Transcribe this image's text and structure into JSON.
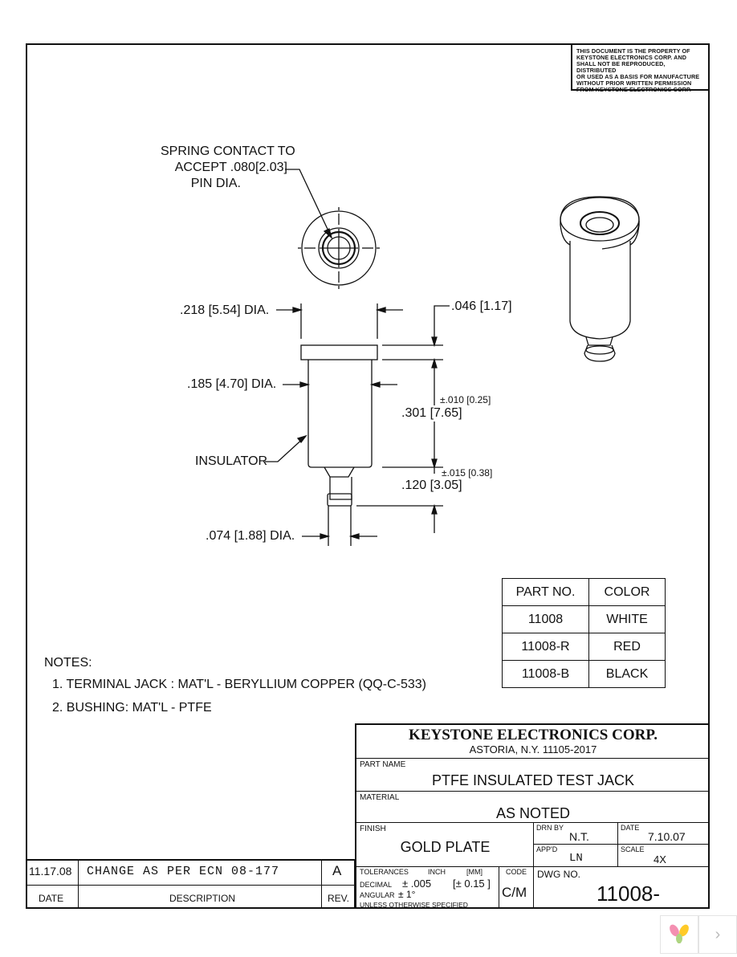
{
  "proprietary_notice": [
    "THIS DOCUMENT IS THE PROPERTY OF",
    "KEYSTONE ELECTRONICS CORP. AND",
    "SHALL NOT BE REPRODUCED, DISTRIBUTED",
    "OR USED AS A BASIS FOR MANUFACTURE",
    "WITHOUT PRIOR WRITTEN PERMISSION",
    "FROM KEYSTONE ELECTRONICS CORP."
  ],
  "callouts": {
    "spring_contact": [
      "SPRING CONTACT TO",
      "ACCEPT .080[2.03]",
      "PIN DIA."
    ],
    "dia_218": ".218 [5.54] DIA.",
    "dim_046": ".046 [1.17]",
    "dia_185": ".185 [4.70] DIA.",
    "tol_010": "±.010 [0.25]",
    "dim_301": ".301 [7.65]",
    "insulator": "INSULATOR",
    "tol_015": "±.015 [0.38]",
    "dim_120": ".120 [3.05]",
    "dia_074": ".074 [1.88] DIA."
  },
  "parts_table": {
    "headers": [
      "PART NO.",
      "COLOR"
    ],
    "rows": [
      [
        "11008",
        "WHITE"
      ],
      [
        "11008-R",
        "RED"
      ],
      [
        "11008-B",
        "BLACK"
      ]
    ]
  },
  "notes": {
    "title": "NOTES:",
    "items": [
      "1. TERMINAL JACK : MAT'L - BERYLLIUM COPPER (QQ-C-533)",
      "2. BUSHING: MAT'L - PTFE"
    ]
  },
  "title_block": {
    "company": "KEYSTONE ELECTRONICS CORP.",
    "address": "ASTORIA, N.Y. 11105-2017",
    "part_name_label": "PART NAME",
    "part_name": "PTFE INSULATED TEST JACK",
    "material_label": "MATERIAL",
    "material": "AS NOTED",
    "finish_label": "FINISH",
    "finish": "GOLD PLATE",
    "drn_by_label": "DRN BY",
    "drn_by": "N.T.",
    "date_label": "DATE",
    "date": "7.10.07",
    "appd_label": "APP'D",
    "appd": "LN",
    "scale_label": "SCALE",
    "scale": "4X",
    "tolerances_label": "TOLERANCES",
    "inch_label": "INCH",
    "mm_label": "[MM]",
    "decimal_label": "DECIMAL",
    "decimal_inch": "± .005",
    "decimal_mm": "[± 0.15 ]",
    "angular_label": "ANGULAR",
    "angular": "± 1°",
    "unless": "UNLESS OTHERWISE SPECIFIED",
    "code_label": "CODE",
    "code": "C/M",
    "dwg_no_label": "DWG NO.",
    "dwg_no": "11008-"
  },
  "revision": {
    "date": "11.17.08",
    "description": "CHANGE AS PER ECN 08-177",
    "rev": "A",
    "header_date": "DATE",
    "header_description": "DESCRIPTION",
    "header_rev": "REV."
  }
}
